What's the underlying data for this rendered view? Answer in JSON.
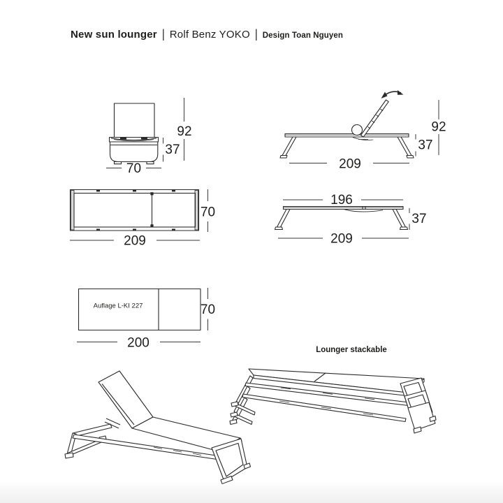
{
  "title": {
    "product": "New sun lounger",
    "sep1": "|",
    "model": "Rolf Benz YOKO",
    "sep2": "|",
    "designer": "Design Toan Nguyen"
  },
  "colors": {
    "line": "#2b2b2b",
    "text": "#1d1d1b",
    "background": "#ffffff",
    "footer_band": "#efefef"
  },
  "views": {
    "front": {
      "dim_total_height": "92",
      "dim_base_height": "37",
      "dim_width": "70"
    },
    "side_raised": {
      "dim_length": "209",
      "dim_total_height": "92",
      "dim_base_height": "37"
    },
    "top": {
      "dim_length": "209",
      "dim_width": "70"
    },
    "side_flat": {
      "dim_surface_length": "196",
      "dim_length": "209",
      "dim_base_height": "37"
    },
    "cushion": {
      "label": "Auflage L-KI 227",
      "dim_length": "200",
      "dim_width": "70"
    },
    "stack": {
      "caption": "Lounger stackable"
    }
  }
}
